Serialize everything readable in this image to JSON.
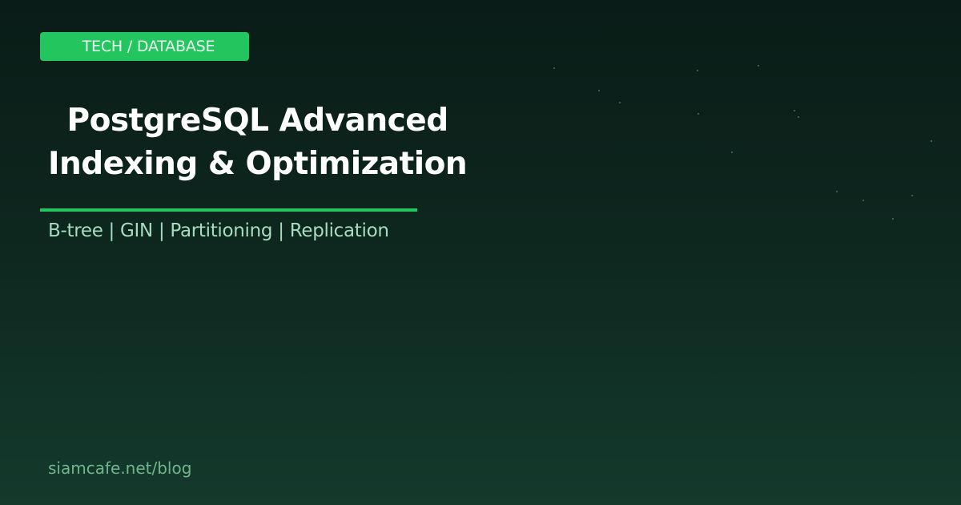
{
  "category_badge": {
    "label": "TECH / DATABASE"
  },
  "title": {
    "line1": "PostgreSQL Advanced",
    "line2": "Indexing & Optimization"
  },
  "subtitle": "B-tree | GIN | Partitioning | Replication",
  "footer": {
    "url": "siamcafe.net/blog"
  },
  "illustration": {
    "icons": [
      "database-cylinder-icon",
      "database-cylinder-icon",
      "database-cylinder-icon",
      "btree-diagram-icon",
      "dotted-line-decoration"
    ]
  },
  "colors": {
    "accent": "#22c55e",
    "background_top": "#0a1c17",
    "background_bottom": "#143a2c",
    "cylinder": "#215640",
    "node": "#2e7a52",
    "connector": "#4caf78"
  }
}
